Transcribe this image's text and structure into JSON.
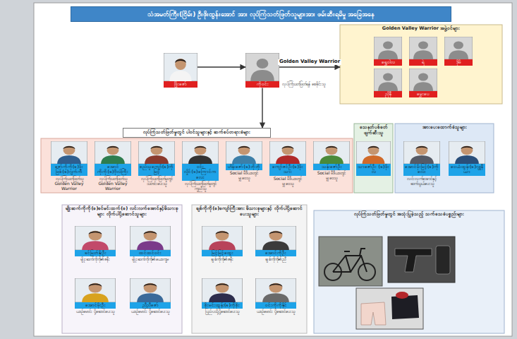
{
  "diagram": {
    "title": "သံအမတ်ကြီး(ငြိမ်း) ဦးဖိုးထွန်းအောင် အား လုပ်ကြံသတ်ဖြတ်သူများအား ဖမ်းဆီးရမိမှု အခြေအနေ",
    "nodes": [
      {
        "text": [
          "ဖြိုးဇော်"
        ]
      },
      {
        "text": [
          "ကိုဝင်း",
          "လုပ်ကြံသတ်ဖြတ်ရန် စေခိုင်းသူ"
        ]
      },
      {
        "text": [
          "Golden Valley Warrior အဖွဲ့ဝင်များ"
        ]
      },
      {
        "text": [
          "ရွှေဝါလ"
        ],
        "in": 2
      },
      {
        "text": [
          "ရဲ"
        ],
        "in": 2
      },
      {
        "text": [
          "ဒိုမိ"
        ],
        "in": 2
      },
      {
        "text": [
          "ညိုနီ"
        ],
        "in": 2
      },
      {
        "text": [
          "မွှေးပေ"
        ],
        "in": 2
      },
      {
        "text": [
          "လုပ်ကြံသတ်ဖြတ်မှုတွင် ပါဝင်သူများနှင့် ဆက်စပ်တရားခံများ"
        ]
      },
      {
        "text": [
          "ဇော်ကိုကို(ခ)ဖိုးဖြစ်(ခ)ဂျက်ကီ",
          "လုပ်ကြံသတ်ဖြတ်သူ Golden Valley Warrior"
        ],
        "in": 8
      },
      {
        "text": [
          "အောင်ကိုကို(ခ)ဗိုလ်ကြီး",
          "လုပ်ကြံသတ်ဖြတ်သူ Golden Valley Warrior"
        ],
        "in": 8
      },
      {
        "text": [
          "စည်သူကျော်(ခ)ကိုမြင့်",
          "လုပ်ကြံသတ်ဖြတ်မှုတွင် သတင်းပေးသူ"
        ],
        "in": 8
      },
      {
        "text": [
          "ဝင်းလှိုင်(ခ)ကြောင်ကလေး",
          "လုပ်ကြံသတ်ဖြတ်မှုတွင် ကူညီသူ"
        ],
        "in": 8
      },
      {
        "text": [
          "ဟိန်းဇော်(ခ)ဘိုဘို",
          "Social မီဒီယာတွင် မျှဝေသူ"
        ],
        "in": 8
      },
      {
        "text": [
          "ကျော်ဇင်ဦး(ခ)ဖိုးသား",
          "Social မီဒီယာတွင် မျှဝေသူ"
        ],
        "in": 8
      },
      {
        "text": [
          "သန်းဇော်ဦး",
          "Social မီဒီယာတွင် မျှဝေသူ"
        ],
        "in": 8
      },
      {
        "text": [
          "သေနတ်ပစ်ခတ် ဖျက်ဆီးသူ"
        ]
      },
      {
        "text": [
          "သာဇော်ဦး (ခ)ဖိုးလ"
        ],
        "in": 16
      },
      {
        "text": [
          "အားပေးထောက်ခံသူများ"
        ]
      },
      {
        "text": [
          "အောင်မိုးမြင့်(ခ)ကိုလေး",
          "လင်းလက်အောင်နှင့် ဆက်သွယ်ပေးသူ"
        ],
        "in": 18
      },
      {
        "text": [
          "ဝေယံထွန်း(ခ)ဂျူနီယာ"
        ],
        "in": 18
      },
      {
        "text": [
          "မျိုးဆက်ကိုကို(ခ)စင်မင်းထက်(ခ) လင်းလက်အောင်နှင့်မိသားစုများ လိုက်ပါပို့ဆောင်သူများ"
        ]
      },
      {
        "text": [
          "ခင်မြတ်နိုးဦး",
          "မျိုးဆက်ကိုကို၏ ဇနီး"
        ],
        "in": 21
      },
      {
        "text": [
          "ထင်ထင်ဝင်း",
          "မျိုးဆက်ကိုကို၏ ယောက္ခမ"
        ],
        "in": 21
      },
      {
        "text": [
          "အောင်မိုးဦး",
          "ယာဉ်မောင်း ပို့ဆောင်ပေးသူ"
        ],
        "in": 21
      },
      {
        "text": [
          "ညီညီဇော်",
          "ယာဉ်မောင်း ပို့ဆောင်ပေးသူ"
        ],
        "in": 21
      },
      {
        "text": [
          "ချစ်ကိုကို(ခ)ကျော်ကြီးအား မိသားစုများနှင့် လိုက်ပါပို့ဆောင်ပေးသူများ"
        ]
      },
      {
        "text": [
          "မြင့်မြင့်ထွေး",
          "ချစ်ကိုကို၏ ဇနီး"
        ],
        "in": 26
      },
      {
        "text": [
          "အောင်ကိုဦး",
          "ချစ်ကိုကို၏ ညီ"
        ],
        "in": 26
      },
      {
        "text": [
          "စိုးမင်းထွန်း(ခ)ကိုစိုး",
          "ပြည်ပသို့ ပို့ဆောင်ပေးသူ"
        ],
        "in": 26
      },
      {
        "text": [
          "ဝင်းကိုကိုနိုင်",
          "ယာဉ်မောင်း ပို့ဆောင်ပေးသူ"
        ],
        "in": 26
      },
      {
        "text": [
          "လုပ်ကြံသတ်ဖြတ်မှုတွင် အသုံးပြုခဲ့သည့် သက်သေခံပစ္စည်းများ"
        ]
      }
    ],
    "edges": [
      {
        "from": 0,
        "to": 1,
        "arrow": "to"
      },
      {
        "from": 1,
        "to": 2,
        "label": "Golden Valley Warrior",
        "arrow": "to"
      },
      {
        "from": 1,
        "to": 8,
        "arrow": "to"
      }
    ]
  }
}
